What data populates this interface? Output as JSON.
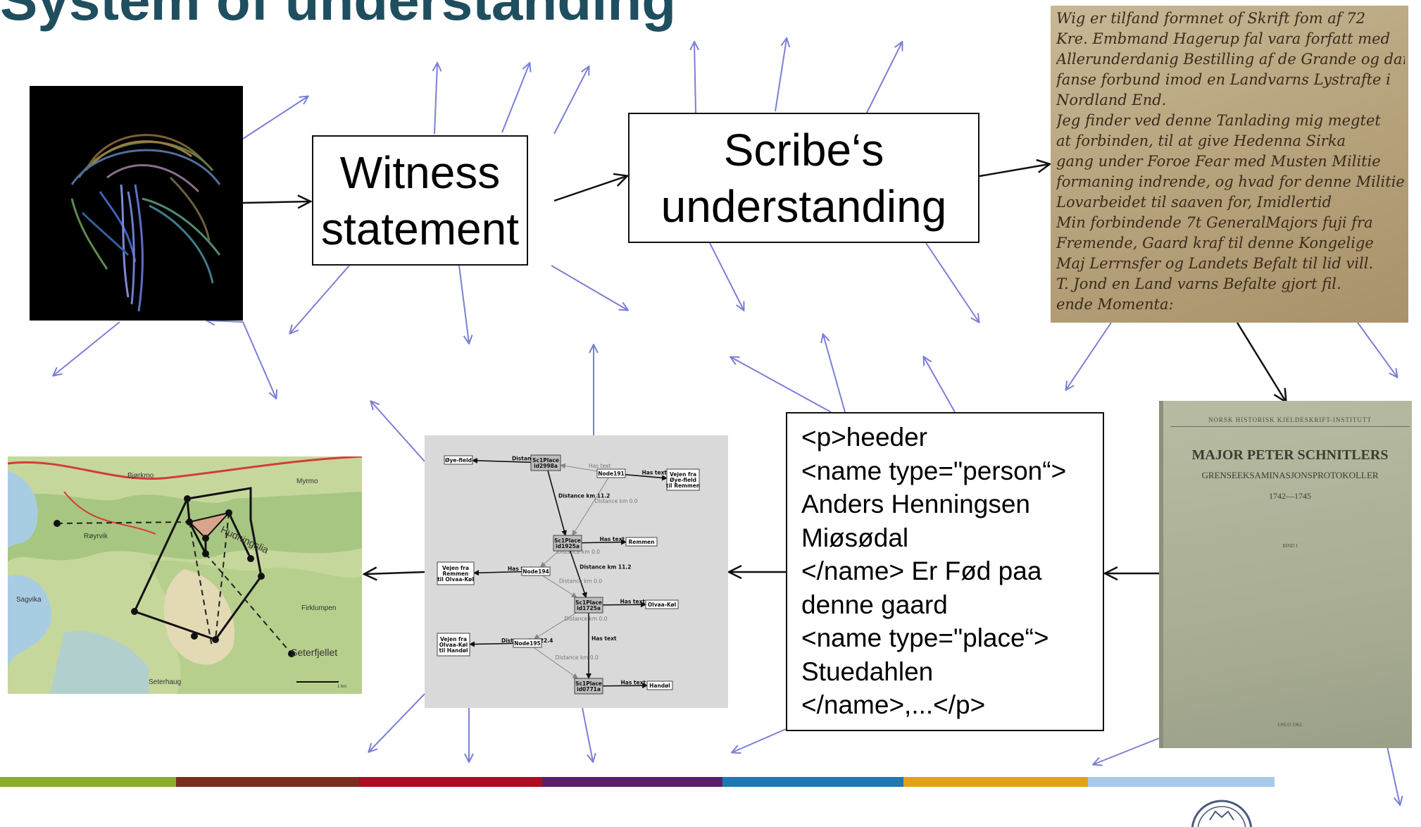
{
  "slide": {
    "title": "System of understanding"
  },
  "nodes": {
    "witness": {
      "line1": "Witness",
      "line2": "statement"
    },
    "scribe": {
      "line1": "Scribe‘s",
      "line2": "understanding"
    },
    "xml_lines": [
      "<p>heeder",
      "<name type=\"person“>",
      "Anders Henningsen",
      "Miøsødal",
      "</name> Er Fød paa",
      "denne gaard",
      "<name type=\"place“>",
      "Stuedahlen",
      "</name>,...</p>"
    ]
  },
  "book": {
    "header": "NORSK HISTORISK KJELDESKRIFT-INSTITUTT",
    "title": "MAJOR PETER SCHNITLERS",
    "subtitle": "GRENSEEKSAMINASJONSPROTOKOLLER",
    "years": "1742—1745",
    "volume": "BIND I",
    "publisher": "OSLO 1962"
  },
  "manuscript": {
    "lines": [
      "Wig er tilfand formnet of Skrift fom af 72",
      "Kre. Embmand Hagerup fal vara forfatt med",
      "Allerunderdanig Bestilling af de Grande og dar",
      "fanse forbund imod en Landvarns Lystrafte i",
      "Nordland End.",
      "Jeg finder ved denne Tanlading mig megtet",
      "at forbinden, til at give Hedenna Sirka",
      "gang under Foroe Fear med Musten Militie",
      "formaning indrende, og hvad for denne Militie",
      "Lovarbeidet til saaven for, Imidlertid",
      "Min forbindende 7t GeneralMajors fuji fra",
      "Fremende, Gaard kraf til denne Kongelige",
      "Maj Lerrnsfer og Landets Befalt til lid vill.",
      "T. Jond en Land varns Befalte gjort fil.",
      "ende Momenta:"
    ]
  },
  "map": {
    "labels": [
      "Bjørkmo",
      "Myrmo",
      "Røyrvik",
      "Sagvika",
      "Firklumpen",
      "Seterfjellet",
      "Seterhaug",
      "Hudningslia"
    ],
    "scale_label": "1 km"
  },
  "graph": {
    "nodes": [
      {
        "id": "sc2998",
        "label": "Sc1Place\nid2998a",
        "box": true
      },
      {
        "id": "oyefield",
        "label": "Øye-field",
        "box": true
      },
      {
        "id": "n191",
        "label": "Node191",
        "box": true
      },
      {
        "id": "vejen1",
        "label": "Vejen fra\nØye-field\ntil Remmen",
        "box": true
      },
      {
        "id": "sc1925",
        "label": "Sc1Place\nid1925a",
        "box": true
      },
      {
        "id": "remmen",
        "label": "Remmen",
        "box": true
      },
      {
        "id": "n194",
        "label": "Node194",
        "box": true
      },
      {
        "id": "vejen2",
        "label": "Vejen fra\nRemmen\ntil Olvaa-Køl",
        "box": true
      },
      {
        "id": "sc1725",
        "label": "Sc1Place\nid1725a",
        "box": true
      },
      {
        "id": "olvaa",
        "label": "Olvaa-Køl",
        "box": true
      },
      {
        "id": "n195",
        "label": "Node195",
        "box": true
      },
      {
        "id": "vejen3",
        "label": "Vejen fra\nOlvaa-Køl\ntil Handøl",
        "box": true
      },
      {
        "id": "sc0771",
        "label": "Sc1Place\nid0771a",
        "box": true
      },
      {
        "id": "handol",
        "label": "Handøl",
        "box": true
      }
    ],
    "edge_labels": [
      "Distance km 0.0",
      "Has text",
      "Has text",
      "Distance km 11.2",
      "Distance km 0.0",
      "Has text",
      "Distance km 0.0",
      "Has text",
      "Distance km 11.2",
      "Distance km 0.0",
      "Has text",
      "Distance km 0.0",
      "Distance km 22.4",
      "Has text",
      "Distance km 0.0",
      "Has text"
    ]
  },
  "colors": {
    "arrow_blue": "#7b7fd6",
    "arrow_black": "#111111",
    "title": "#1f4e5f",
    "footer": [
      "#8aad2b",
      "#7a2e1f",
      "#a80f22",
      "#5b1e6b",
      "#1f77b4",
      "#e3a11b",
      "#a9c9ea"
    ]
  }
}
